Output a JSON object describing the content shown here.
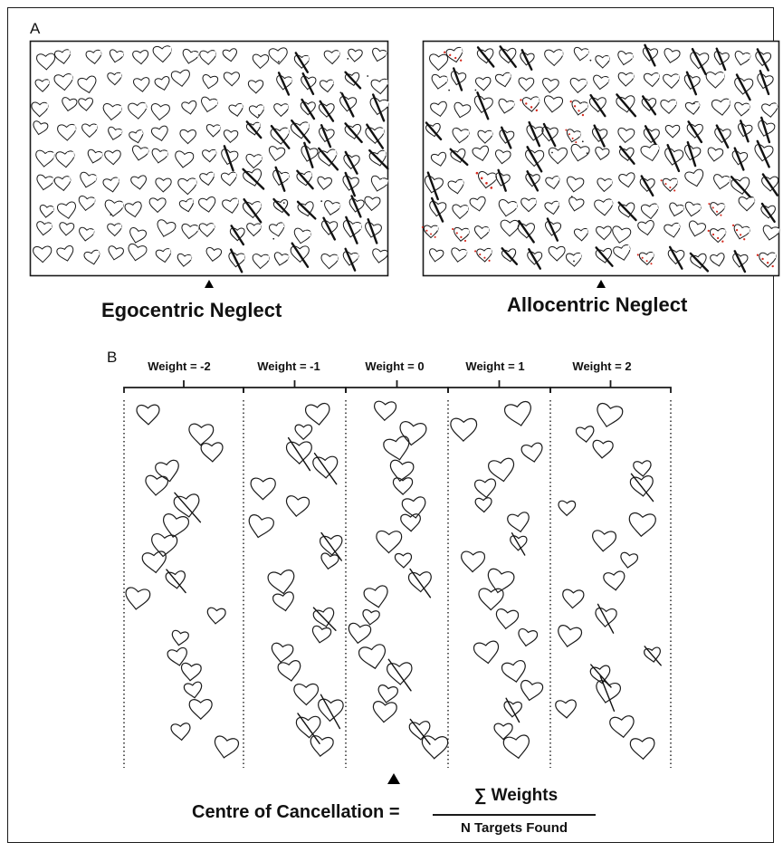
{
  "panel_a": {
    "label": "A",
    "left_caption": "Egocentric Neglect",
    "right_caption": "Allocentric Neglect"
  },
  "panel_b": {
    "label": "B",
    "weights": [
      "Weight = -2",
      "Weight = -1",
      "Weight = 0",
      "Weight = 1",
      "Weight = 2"
    ],
    "formula": {
      "left": "Centre of Cancellation =",
      "numerator": "∑ Weights",
      "denominator": "N Targets Found"
    }
  },
  "colors": {
    "ink": "#1a1a1a",
    "cancel_mark": "#111111",
    "gap_dots": "#d62a1e"
  }
}
